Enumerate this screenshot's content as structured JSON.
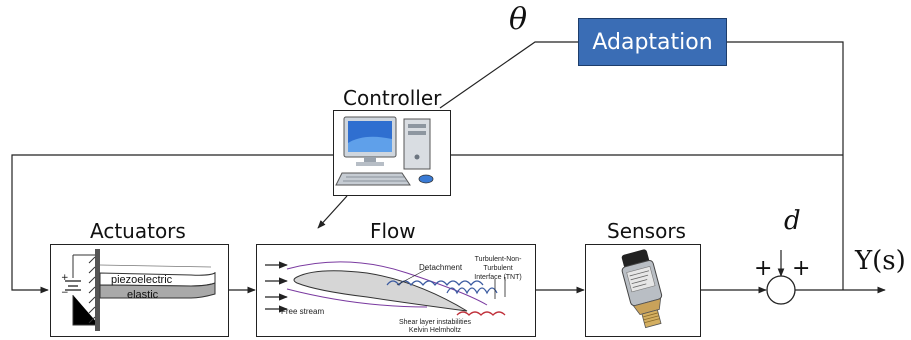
{
  "blocks": {
    "adaptation": "Adaptation",
    "controller": "Controller",
    "actuators": "Actuators",
    "flow": "Flow",
    "sensors": "Sensors"
  },
  "symbols": {
    "theta": "θ",
    "disturbance": "d",
    "output": "Y(s)",
    "plus_left": "+",
    "plus_right": "+"
  },
  "actuator_image": {
    "top_layer": "piezoelectric",
    "bottom_layer": "elastic",
    "battery_plus": "+",
    "battery_minus": "−"
  },
  "flow_image": {
    "free_stream": "Free stream",
    "detachment": "Detachment",
    "tnt": "Turbulent-Non-\nTurbulent\nInterface (TNT)",
    "shear": "Shear layer instabilities\nKelvin Helmholtz"
  },
  "colors": {
    "adaptation_fill": "#3a6db5",
    "line": "#222222"
  }
}
